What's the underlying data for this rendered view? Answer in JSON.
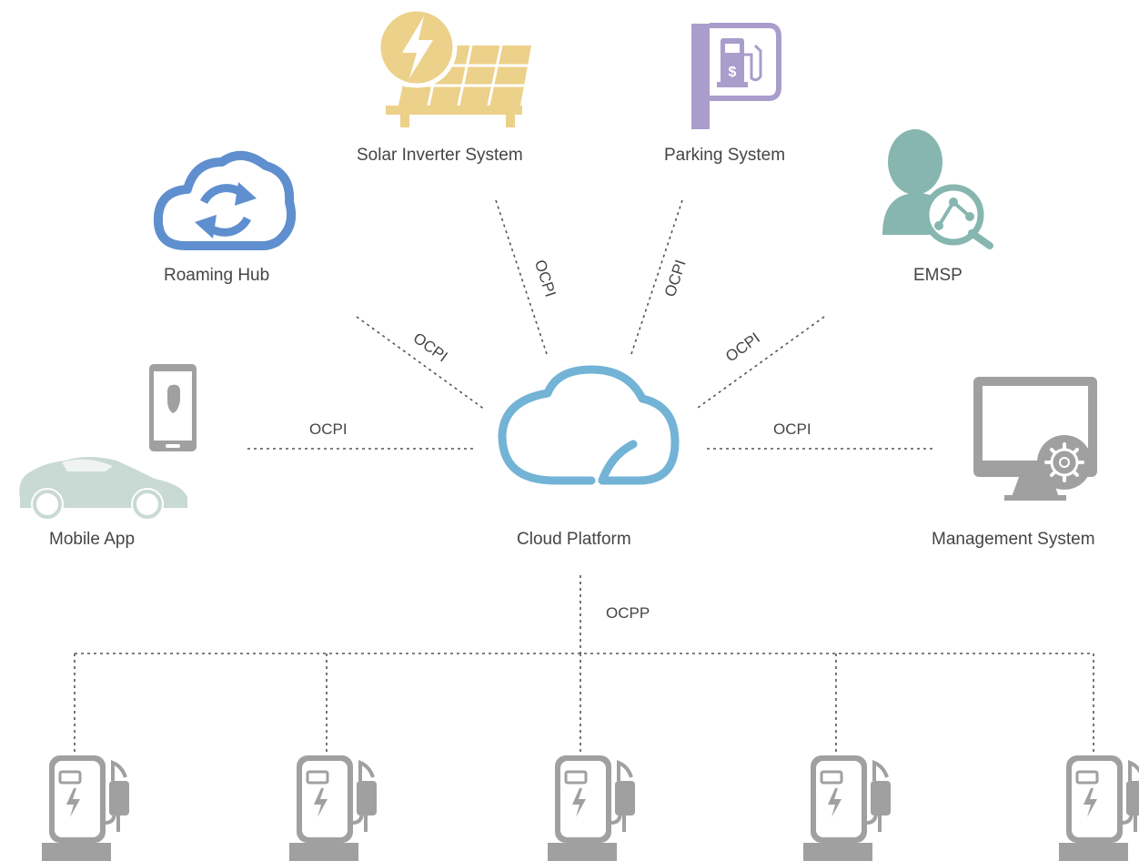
{
  "nodes": {
    "solar": {
      "label": "Solar Inverter System",
      "icon": "solar-panel-icon",
      "color": "#ecd18a"
    },
    "parking": {
      "label": "Parking System",
      "icon": "parking-fuel-icon",
      "color": "#a99dcc"
    },
    "roaming": {
      "label": "Roaming Hub",
      "icon": "cloud-sync-icon",
      "color": "#5f8fce"
    },
    "emsp": {
      "label": "EMSP",
      "icon": "user-analytics-icon",
      "color": "#87b6b0"
    },
    "mobile": {
      "label": "Mobile App",
      "icon": "car-phone-icon",
      "color": "#c9d9d3"
    },
    "cloud": {
      "label": "Cloud Platform",
      "icon": "cloud-icon",
      "color": "#72b3d6"
    },
    "management": {
      "label": "Management System",
      "icon": "monitor-gear-icon",
      "color": "#9e9e9e"
    }
  },
  "edges": {
    "solar": "OCPI",
    "parking": "OCPI",
    "roaming": "OCPI",
    "emsp": "OCPI",
    "mobile": "OCPI",
    "management": "OCPI",
    "chargers": "OCPP"
  },
  "chargers": {
    "count": 5,
    "icon": "ev-charger-icon",
    "color": "#a0a0a0"
  }
}
